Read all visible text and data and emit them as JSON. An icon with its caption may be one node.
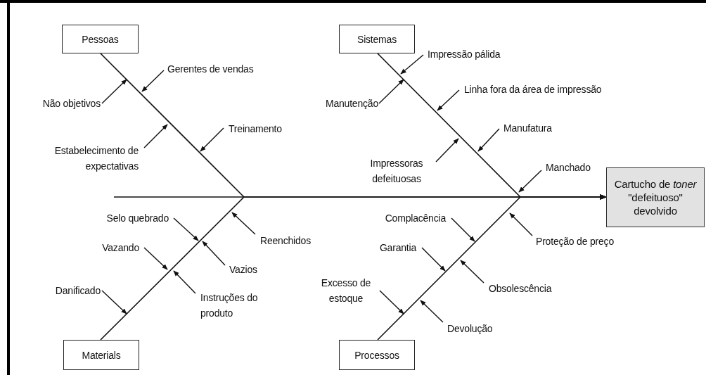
{
  "diagram": {
    "nodes": [
      {
        "text": [
          "Pessoas"
        ]
      },
      {
        "text": [
          "Sistemas"
        ]
      },
      {
        "text": [
          "Cartucho de *toner* \"defeituoso\" devolvido"
        ]
      },
      {
        "text": [
          "Materials"
        ]
      },
      {
        "text": [
          "Processos"
        ]
      },
      {
        "text": [
          "Não objetivos"
        ]
      },
      {
        "text": [
          "Gerentes de vendas"
        ]
      },
      {
        "text": [
          "Estabelecimento de expectativas"
        ]
      },
      {
        "text": [
          "Treinamento"
        ]
      },
      {
        "text": [
          "Manutenção"
        ]
      },
      {
        "text": [
          "Impressão pálida"
        ]
      },
      {
        "text": [
          "Linha fora da área de impressão"
        ]
      },
      {
        "text": [
          "Manufatura"
        ]
      },
      {
        "text": [
          "Impressoras defeituosas"
        ]
      },
      {
        "text": [
          "Manchado"
        ]
      },
      {
        "text": [
          "Selo quebrado"
        ]
      },
      {
        "text": [
          "Reenchidos"
        ]
      },
      {
        "text": [
          "Vazando"
        ]
      },
      {
        "text": [
          "Vazios"
        ]
      },
      {
        "text": [
          "Instruções do produto"
        ]
      },
      {
        "text": [
          "Danificado"
        ]
      },
      {
        "text": [
          "Complacência"
        ]
      },
      {
        "text": [
          "Proteção de preço"
        ]
      },
      {
        "text": [
          "Garantia"
        ]
      },
      {
        "text": [
          "Obsolescência"
        ]
      },
      {
        "text": [
          "Excesso de estoque"
        ]
      },
      {
        "text": [
          "Devolução"
        ]
      }
    ],
    "edges": [
      {
        "from": 0,
        "to": 2,
        "arrow": "to"
      },
      {
        "from": 1,
        "to": 2,
        "arrow": "to"
      },
      {
        "from": 3,
        "to": 2,
        "arrow": "to"
      },
      {
        "from": 4,
        "to": 2,
        "arrow": "to"
      },
      {
        "from": 5,
        "to": null,
        "arrow": "to"
      },
      {
        "from": 6,
        "to": null,
        "arrow": "to"
      },
      {
        "from": 7,
        "to": null,
        "arrow": "to"
      },
      {
        "from": 8,
        "to": null,
        "arrow": "to"
      },
      {
        "from": 9,
        "to": null,
        "arrow": "to"
      },
      {
        "from": 10,
        "to": null,
        "arrow": "to"
      },
      {
        "from": 11,
        "to": null,
        "arrow": "to"
      },
      {
        "from": 12,
        "to": null,
        "arrow": "to"
      },
      {
        "from": 13,
        "to": null,
        "arrow": "to"
      },
      {
        "from": 14,
        "to": null,
        "arrow": "to"
      },
      {
        "from": 15,
        "to": null,
        "arrow": "to"
      },
      {
        "from": 16,
        "to": null,
        "arrow": "to"
      },
      {
        "from": 17,
        "to": null,
        "arrow": "to"
      },
      {
        "from": 18,
        "to": null,
        "arrow": "to"
      },
      {
        "from": 19,
        "to": null,
        "arrow": "to"
      },
      {
        "from": 20,
        "to": null,
        "arrow": "to"
      },
      {
        "from": 21,
        "to": null,
        "arrow": "to"
      },
      {
        "from": 22,
        "to": null,
        "arrow": "to"
      },
      {
        "from": 23,
        "to": null,
        "arrow": "to"
      },
      {
        "from": 24,
        "to": null,
        "arrow": "to"
      },
      {
        "from": 25,
        "to": null,
        "arrow": "to"
      },
      {
        "from": 26,
        "to": null,
        "arrow": "to"
      }
    ]
  }
}
